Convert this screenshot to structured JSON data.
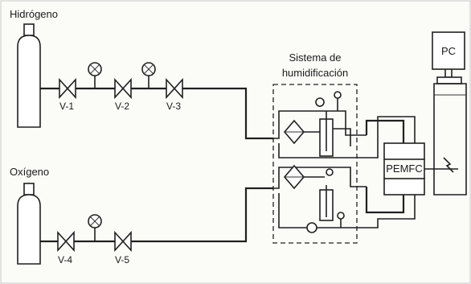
{
  "labels": {
    "hydrogen": "Hidrógeno",
    "oxygen": "Oxígeno",
    "humid_line1": "Sistema de",
    "humid_line2": "humidificación",
    "pemfc": "PEMFC",
    "pc": "PC"
  },
  "valves": {
    "v1": "V-1",
    "v2": "V-2",
    "v3": "V-3",
    "v4": "V-4",
    "v5": "V-5"
  }
}
